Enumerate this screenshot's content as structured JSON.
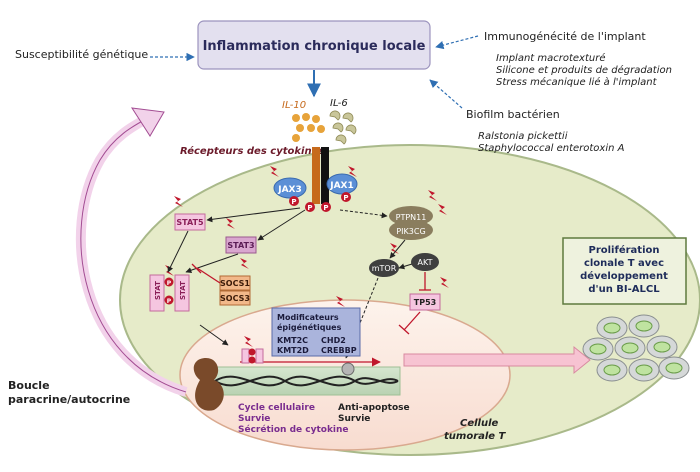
{
  "title": "Inflammation chronique locale",
  "genetic": "Susceptibilité génétique",
  "immuno": {
    "heading": "Immunogénécité de l'implant",
    "items": [
      "Implant macrotexturé",
      "Silicone et produits de dégradation",
      "Stress mécanique lié à l'implant"
    ]
  },
  "biofilm": {
    "heading": "Biofilm bactérien",
    "items": [
      "Ralstonia pickettii",
      "Staphylococcal enterotoxin A"
    ]
  },
  "cytokines": {
    "il10": "IL-10",
    "il6": "IL-6"
  },
  "receptors": "Récepteurs des cytokines",
  "jax3": "JAX3",
  "jax1": "JAX1",
  "p": "P",
  "stat5": "STAT5",
  "stat3": "STAT3",
  "stat": "STAT",
  "socs1": "SOCS1",
  "socs3": "SOCS3",
  "ptpn11": "PTPN11",
  "pik3cg": "PIK3CG",
  "mtor": "mTOR",
  "akt": "AKT",
  "tp53": "TP53",
  "epi": {
    "line1": "Modificateurs",
    "line2": "épigénétiques",
    "g1": "KMT2C",
    "g2": "CHD2",
    "g3": "KMT2D",
    "g4": "CREBBP"
  },
  "outcomes_left": [
    "Cycle cellulaire",
    "Survie",
    "Sécrétion de cytokine"
  ],
  "outcomes_right": [
    "Anti-apoptose",
    "Survie"
  ],
  "cell_label": [
    "Cellule",
    "tumorale T"
  ],
  "loop_label": [
    "Boucle",
    "paracrine/autocrine"
  ],
  "prolif": [
    "Prolifération",
    "clonale T avec",
    "développement",
    "d'un BI-ALCL"
  ],
  "colors": {
    "cell": "#e6ebc9",
    "cell_stroke": "#a9b98a",
    "nucleus": "#fbe9de",
    "title_box": "#e3e0ef",
    "prolif_box": "#eef2de",
    "jax": "#5b8fd6",
    "p_badge": "#c0172c",
    "stat_pink": "#f5c6e0",
    "socs": "#f2b88a",
    "ptp": "#8a7d5e",
    "mtor": "#3f3f3f",
    "epi_box": "#aab4dc",
    "arrow_red": "#c0172c",
    "arrow_blue": "#2f6fb3",
    "text_purple": "#7a2d8f",
    "orange_cytokine": "#e7a33a",
    "gray_cytokine": "#c9c69a"
  }
}
